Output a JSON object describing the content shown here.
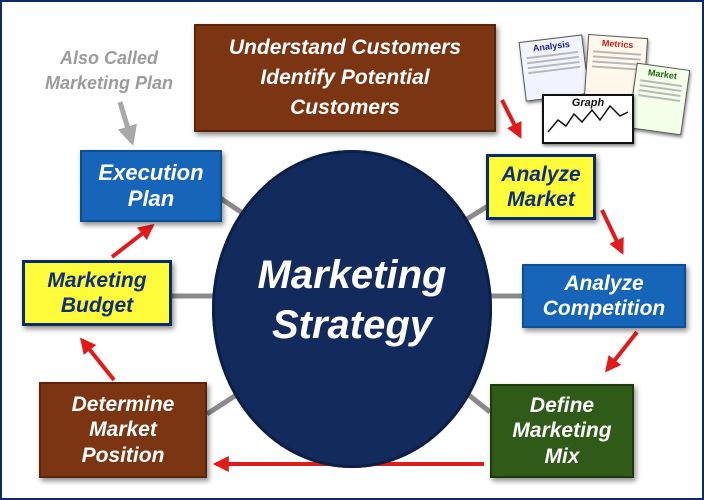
{
  "top_box": {
    "line1": "Understand Customers",
    "line2": "Identify Potential",
    "line3": "Customers"
  },
  "also_called": {
    "line1": "Also Called",
    "line2": "Marketing Plan"
  },
  "center": {
    "line1": "Marketing",
    "line2": "Strategy"
  },
  "nodes": {
    "execution_plan": {
      "line1": "Execution",
      "line2": "Plan"
    },
    "analyze_market": {
      "line1": "Analyze",
      "line2": "Market"
    },
    "analyze_competition": {
      "line1": "Analyze",
      "line2": "Competition"
    },
    "define_mix": {
      "line1": "Define",
      "line2": "Marketing",
      "line3": "Mix"
    },
    "market_position": {
      "line1": "Determine",
      "line2": "Market",
      "line3": "Position"
    },
    "marketing_budget": {
      "line1": "Marketing",
      "line2": "Budget"
    }
  },
  "cards": {
    "analysis": "Analysis",
    "metrics": "Metrics",
    "market": "Market",
    "graph": "Graph"
  },
  "colors": {
    "navy": "#122a5c",
    "brown": "#7b3512",
    "blue": "#1665b8",
    "yellow": "#fdfb3a",
    "green": "#2f5a18",
    "arrow_red": "#e21a1a",
    "gray": "#9b9b9b"
  }
}
